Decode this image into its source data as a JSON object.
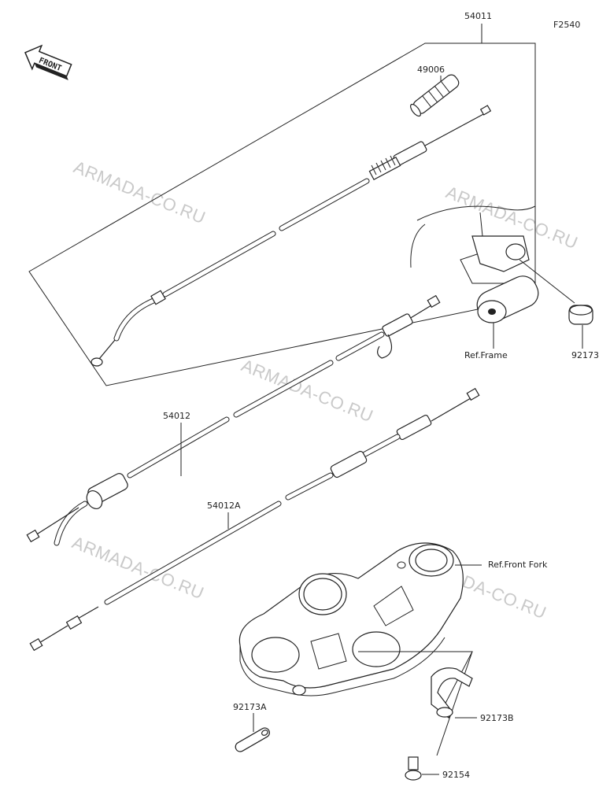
{
  "diagram_code": "F2540",
  "front_label": "FRONT",
  "watermark": "ARMADA-CO.RU",
  "labels": {
    "p54011": "54011",
    "p49006": "49006",
    "p54012": "54012",
    "p54012A": "54012A",
    "ref_frame": "Ref.Frame",
    "p92173": "92173",
    "ref_front_fork": "Ref.Front Fork",
    "p92173A": "92173A",
    "p92173B": "92173B",
    "p92154": "92154"
  }
}
